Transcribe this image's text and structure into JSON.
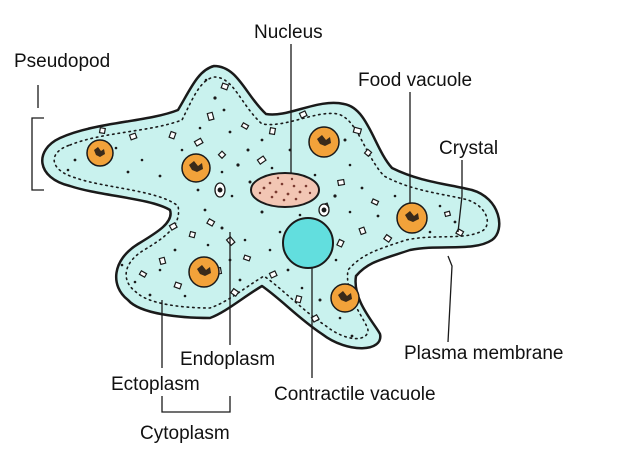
{
  "labels": {
    "nucleus": "Nucleus",
    "pseudopod": "Pseudopod",
    "food_vacuole": "Food vacuole",
    "crystal": "Crystal",
    "plasma_membrane": "Plasma membrane",
    "endoplasm": "Endoplasm",
    "ectoplasm": "Ectoplasm",
    "contractile_vacuole": "Contractile vacuole",
    "cytoplasm": "Cytoplasm"
  },
  "colors": {
    "cytoplasm": "#c9f2ee",
    "outline": "#1a1a1a",
    "food_vacuole": "#f2a23a",
    "food_vacuole_core": "#3a2a1a",
    "nucleus": "#f2c6b4",
    "contractile_vacuole": "#62dede"
  }
}
